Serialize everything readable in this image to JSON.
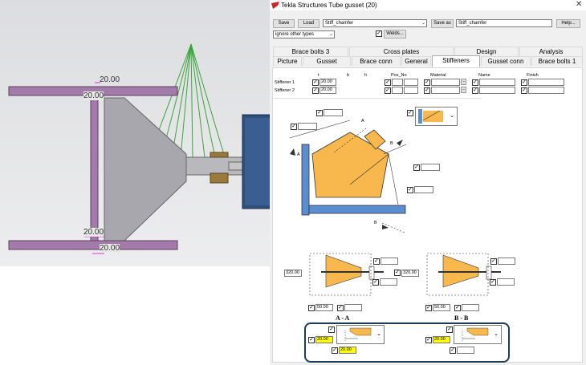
{
  "window": {
    "title": "Tekla Structures  Tube gusset (20)",
    "close_label": "✕"
  },
  "toolbar": {
    "save_label": "Save",
    "load_label": "Load",
    "preset_value": "Stiff_chamfer",
    "save_as_label": "Save as",
    "save_as_value": "Stiff_chamfer",
    "help_label": "Help...",
    "filter_value": "ignore other types",
    "welds_label": "Welds..."
  },
  "tabs_row1": [
    {
      "label": "Brace bolts 3"
    },
    {
      "label": "Cross plates"
    },
    {
      "label": "Design"
    },
    {
      "label": "Analysis"
    }
  ],
  "tabs_row2": [
    {
      "label": "Picture"
    },
    {
      "label": "Gusset"
    },
    {
      "label": "Brace conn"
    },
    {
      "label": "General"
    },
    {
      "label": "Stiffeners"
    },
    {
      "label": "Gusset conn"
    },
    {
      "label": "Brace bolts 1"
    }
  ],
  "table": {
    "headers": {
      "t": "t",
      "b": "b",
      "h": "h",
      "pos_no": "Pos_No",
      "material": "Material",
      "name": "Name",
      "finish": "Finish"
    },
    "rows": [
      {
        "label": "Stiffener 1",
        "t": "20.00"
      },
      {
        "label": "Stiffener 2",
        "t": "20.00"
      }
    ],
    "browse_label": "..."
  },
  "stiffener_values": {
    "left_dim": "320.00",
    "right_dim": "320.00",
    "left_bottom": "50.00",
    "right_bottom": "50.00",
    "highlight_left_top": "20.00",
    "highlight_left_bottom": "20.00",
    "highlight_right_top": "20.00"
  },
  "section_labels": {
    "aa": "A - A",
    "bb": "B - B",
    "a": "A",
    "b": "B"
  },
  "viewport": {
    "dims": [
      "20.00",
      "20.00",
      "20.00",
      "20.00"
    ]
  },
  "colors": {
    "stiffener": "#f8b84e",
    "plate": "#5b8ed1",
    "member": "#a27ba8",
    "gusset": "#a7a7ad",
    "highlight_border": "#1f3b57"
  },
  "checkbox_mark": "✓",
  "dropdown_arrow": "⌄"
}
